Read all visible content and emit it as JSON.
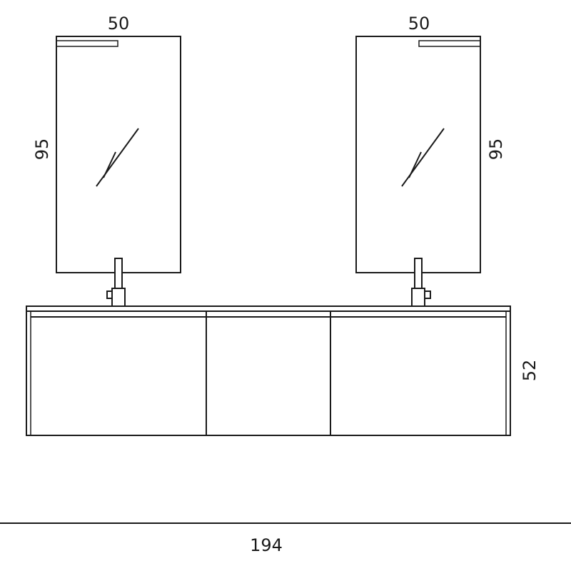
{
  "dimensions": {
    "mirror_left_width": "50",
    "mirror_right_width": "50",
    "mirror_left_height": "95",
    "mirror_right_height": "95",
    "cabinet_height": "52",
    "total_width": "194"
  },
  "colors": {
    "line": "#1a1a1a",
    "background": "#ffffff"
  }
}
